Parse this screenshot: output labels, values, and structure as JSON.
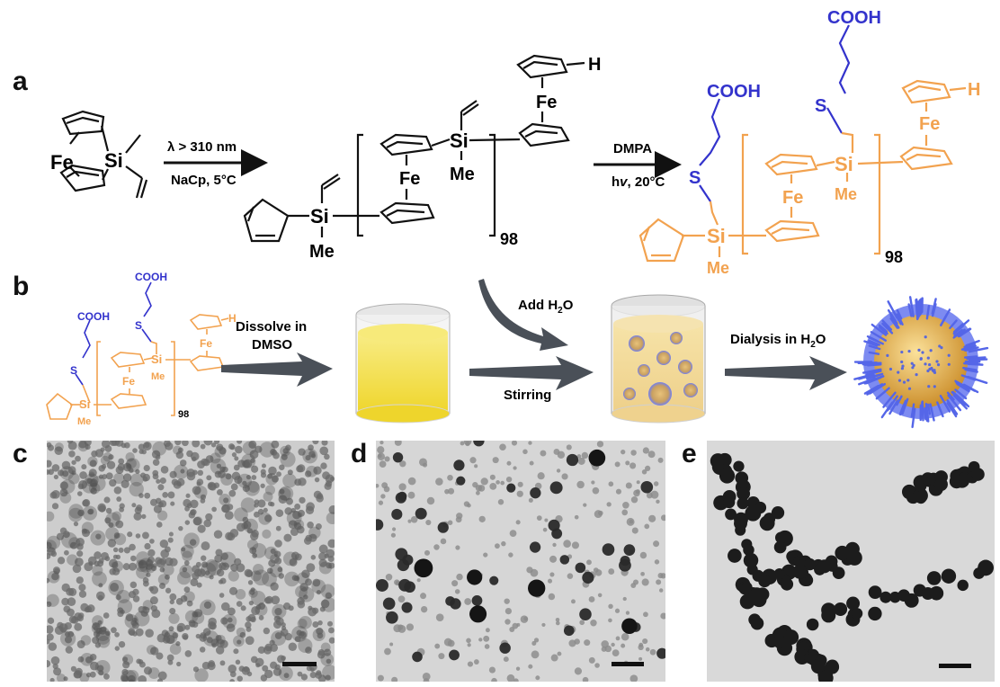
{
  "panels": {
    "a": "a",
    "b": "b",
    "c": "c",
    "d": "d",
    "e": "e"
  },
  "scheme_a": {
    "monomer": {
      "fe": "Fe",
      "si": "Si"
    },
    "step1": {
      "above": "λ > 310 nm",
      "below": "NaCp, 5°C"
    },
    "polymer": {
      "fe_top": "Fe",
      "fe_mid": "Fe",
      "si_main": "Si",
      "si_end": "Si",
      "me1": "Me",
      "me2": "Me",
      "h": "H",
      "n": "98"
    },
    "step2": {
      "above": "DMPA",
      "below_h": "h",
      "below_v": "v",
      "below_rest": ", 20°C"
    },
    "product": {
      "cooh1": "COOH",
      "cooh2": "COOH",
      "s1": "S",
      "s2": "S",
      "fe_top": "Fe",
      "fe_mid": "Fe",
      "si_main": "Si",
      "si_end": "Si",
      "me1": "Me",
      "me2": "Me",
      "h": "H",
      "n": "98"
    }
  },
  "scheme_b": {
    "product": {
      "cooh1": "COOH",
      "cooh2": "COOH",
      "s1": "S",
      "s2": "S",
      "fe_top": "Fe",
      "fe_mid": "Fe",
      "si_main": "Si",
      "si_end": "Si",
      "me1": "Me",
      "me2": "Me",
      "h": "H",
      "n": "98"
    },
    "dissolve": "Dissolve in",
    "dmso": "DMSO",
    "add_water_prefix": "Add H",
    "add_water_sub": "2",
    "add_water_suffix": "O",
    "stirring": "Stirring",
    "dialysis_prefix": "Dialysis in H",
    "dialysis_sub": "2",
    "dialysis_suffix": "O"
  },
  "colors": {
    "polymer_orange": "#f2a24f",
    "acid_blue": "#3333cc",
    "arrow_grey": "#4a5058",
    "solution_yellow": "#f3e04a",
    "micelle_core": "#e3b24a",
    "micelle_corona": "#6f7ef0"
  },
  "icons": [
    "cyclopentadienyl-ring-icon",
    "arrow-icon",
    "beaker-icon",
    "micelle-icon",
    "scale-bar-icon"
  ]
}
